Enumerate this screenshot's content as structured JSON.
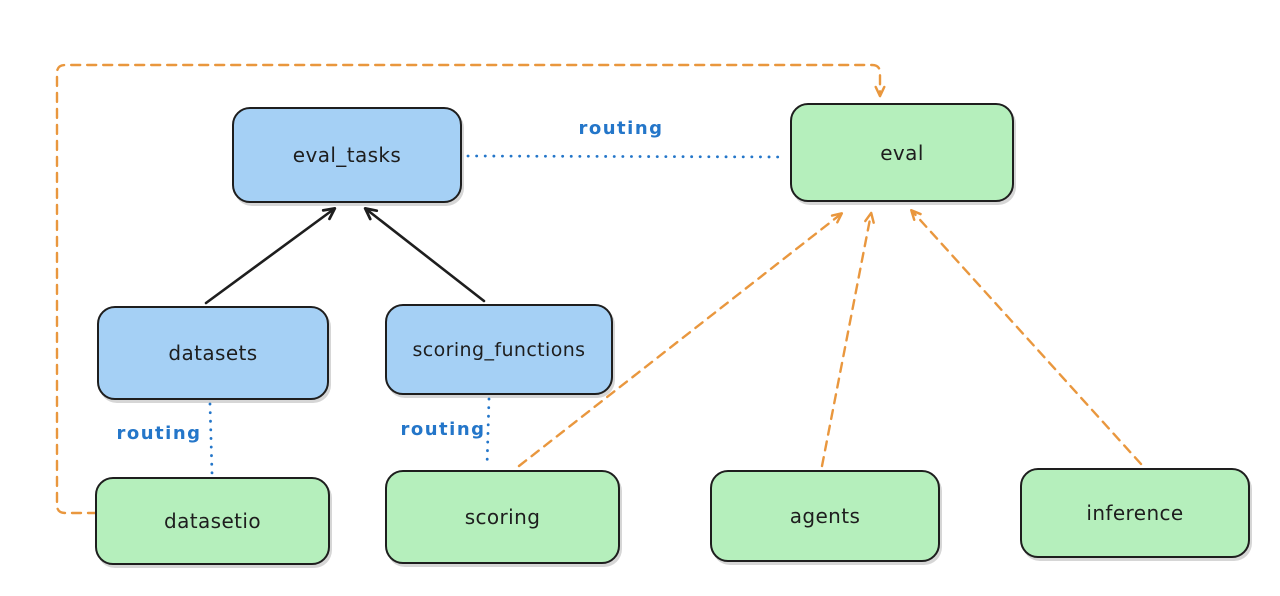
{
  "diagram": {
    "nodes": {
      "eval_tasks": {
        "label": "eval_tasks",
        "color": "blue"
      },
      "eval": {
        "label": "eval",
        "color": "green"
      },
      "datasets": {
        "label": "datasets",
        "color": "blue"
      },
      "scoring_functions": {
        "label": "scoring_functions",
        "color": "blue"
      },
      "datasetio": {
        "label": "datasetio",
        "color": "green"
      },
      "scoring": {
        "label": "scoring",
        "color": "green"
      },
      "agents": {
        "label": "agents",
        "color": "green"
      },
      "inference": {
        "label": "inference",
        "color": "green"
      }
    },
    "edges": [
      {
        "from": "datasets",
        "to": "eval_tasks",
        "style": "solid-black-arrow",
        "label": ""
      },
      {
        "from": "scoring_functions",
        "to": "eval_tasks",
        "style": "solid-black-arrow",
        "label": ""
      },
      {
        "from": "eval_tasks",
        "to": "eval",
        "style": "dotted-blue",
        "label": "routing"
      },
      {
        "from": "datasets",
        "to": "datasetio",
        "style": "dotted-blue",
        "label": "routing"
      },
      {
        "from": "scoring_functions",
        "to": "scoring",
        "style": "dotted-blue",
        "label": "routing"
      },
      {
        "from": "scoring",
        "to": "eval",
        "style": "dashed-orange-arrow",
        "label": ""
      },
      {
        "from": "agents",
        "to": "eval",
        "style": "dashed-orange-arrow",
        "label": ""
      },
      {
        "from": "inference",
        "to": "eval",
        "style": "dashed-orange-arrow",
        "label": ""
      },
      {
        "from": "datasetio",
        "to": "eval",
        "style": "dashed-orange-arrow",
        "label": ""
      }
    ],
    "colors": {
      "blue_fill": "#a5d0f5",
      "green_fill": "#b5efbc",
      "stroke": "#1e1e1e",
      "orange_edge": "#e9973e",
      "routing_blue": "#2476c9",
      "background": "#ffffff"
    }
  }
}
